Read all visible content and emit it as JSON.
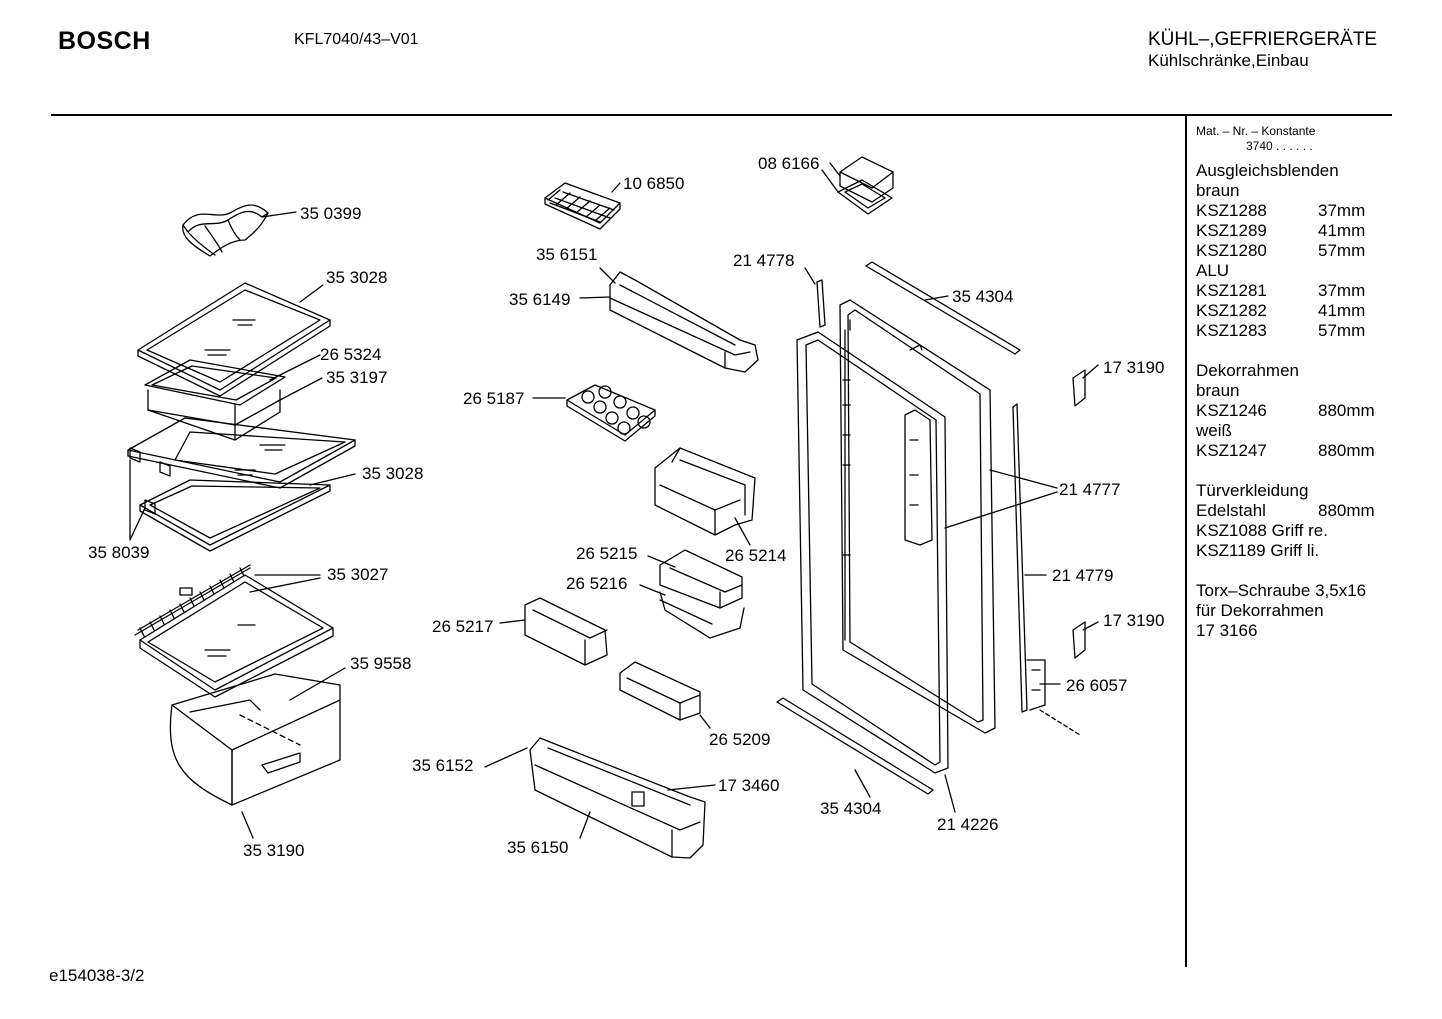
{
  "header": {
    "brand": "BOSCH",
    "model": "KFL7040/43–V01",
    "category_line1": "KÜHL–,GEFRIERGERÄTE",
    "category_line2": "Kühlschränke,Einbau"
  },
  "footer": {
    "drawing_id": "e154038-3/2"
  },
  "sidebar": {
    "mat_label": "Mat. – Nr. – Konstante",
    "mat_value": "3740  .  .  .  .  .  .",
    "rows": [
      {
        "c1": "Ausgleichsblenden",
        "c2": ""
      },
      {
        "c1": "braun",
        "c2": ""
      },
      {
        "c1": "KSZ1288",
        "c2": "37mm"
      },
      {
        "c1": "KSZ1289",
        "c2": "41mm"
      },
      {
        "c1": "KSZ1280",
        "c2": "57mm"
      },
      {
        "c1": "ALU",
        "c2": ""
      },
      {
        "c1": "KSZ1281",
        "c2": "37mm"
      },
      {
        "c1": "KSZ1282",
        "c2": "41mm"
      },
      {
        "c1": "KSZ1283",
        "c2": "57mm"
      },
      {
        "c1": "",
        "c2": ""
      },
      {
        "c1": "Dekorrahmen",
        "c2": ""
      },
      {
        "c1": "braun",
        "c2": ""
      },
      {
        "c1": "KSZ1246",
        "c2": "880mm"
      },
      {
        "c1": "weiß",
        "c2": ""
      },
      {
        "c1": "KSZ1247",
        "c2": "880mm"
      },
      {
        "c1": "",
        "c2": ""
      },
      {
        "c1": "Türverkleidung",
        "c2": ""
      },
      {
        "c1": "Edelstahl",
        "c2": "880mm"
      },
      {
        "c1": "KSZ1088 Griff re.",
        "c2": ""
      },
      {
        "c1": "KSZ1189 Griff li.",
        "c2": ""
      },
      {
        "c1": "",
        "c2": ""
      },
      {
        "c1": "Torx–Schraube 3,5x16",
        "c2": ""
      },
      {
        "c1": "für Dekorrahmen",
        "c2": ""
      },
      {
        "c1": "17 3166",
        "c2": ""
      }
    ]
  },
  "callouts": [
    "35 0399",
    "35 3028",
    "26 5324",
    "35 3197",
    "35 3028",
    "35 8039",
    "35 3027",
    "35 9558",
    "35 3190",
    "10 6850",
    "35 6151",
    "35 6149",
    "26 5187",
    "26 5214",
    "26 5215",
    "26 5216",
    "26 5217",
    "26 5209",
    "35 6152",
    "35 6150",
    "17 3460",
    "08 6166",
    "21 4778",
    "35 4304",
    "17 3190",
    "21 4777",
    "21 4779",
    "17 3190",
    "26 6057",
    "35 4304",
    "21 4226"
  ]
}
